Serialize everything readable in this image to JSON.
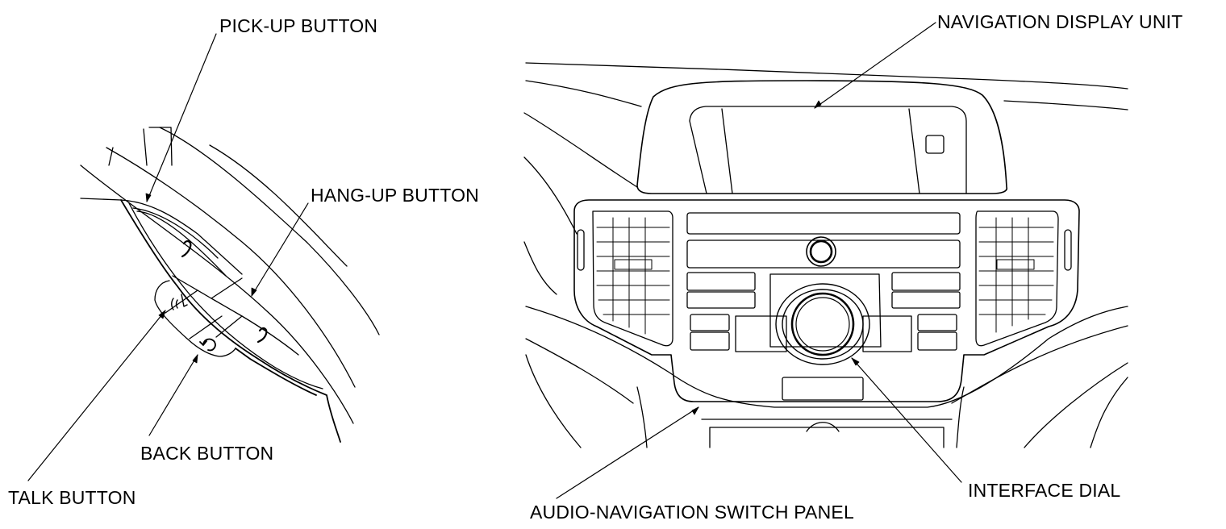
{
  "labels": {
    "pickup": "PICK-UP BUTTON",
    "hangup": "HANG-UP BUTTON",
    "talk": "TALK BUTTON",
    "back": "BACK BUTTON",
    "nav_display": "NAVIGATION DISPLAY UNIT",
    "interface_dial": "INTERFACE DIAL",
    "switch_panel": "AUDIO-NAVIGATION SWITCH PANEL"
  },
  "colors": {
    "ink": "#000000",
    "paper": "#ffffff"
  },
  "icons": {
    "pickup": "phone-pickup-icon",
    "hangup": "phone-hangup-icon",
    "talk": "voice-talk-icon",
    "back": "back-arrow-icon"
  }
}
